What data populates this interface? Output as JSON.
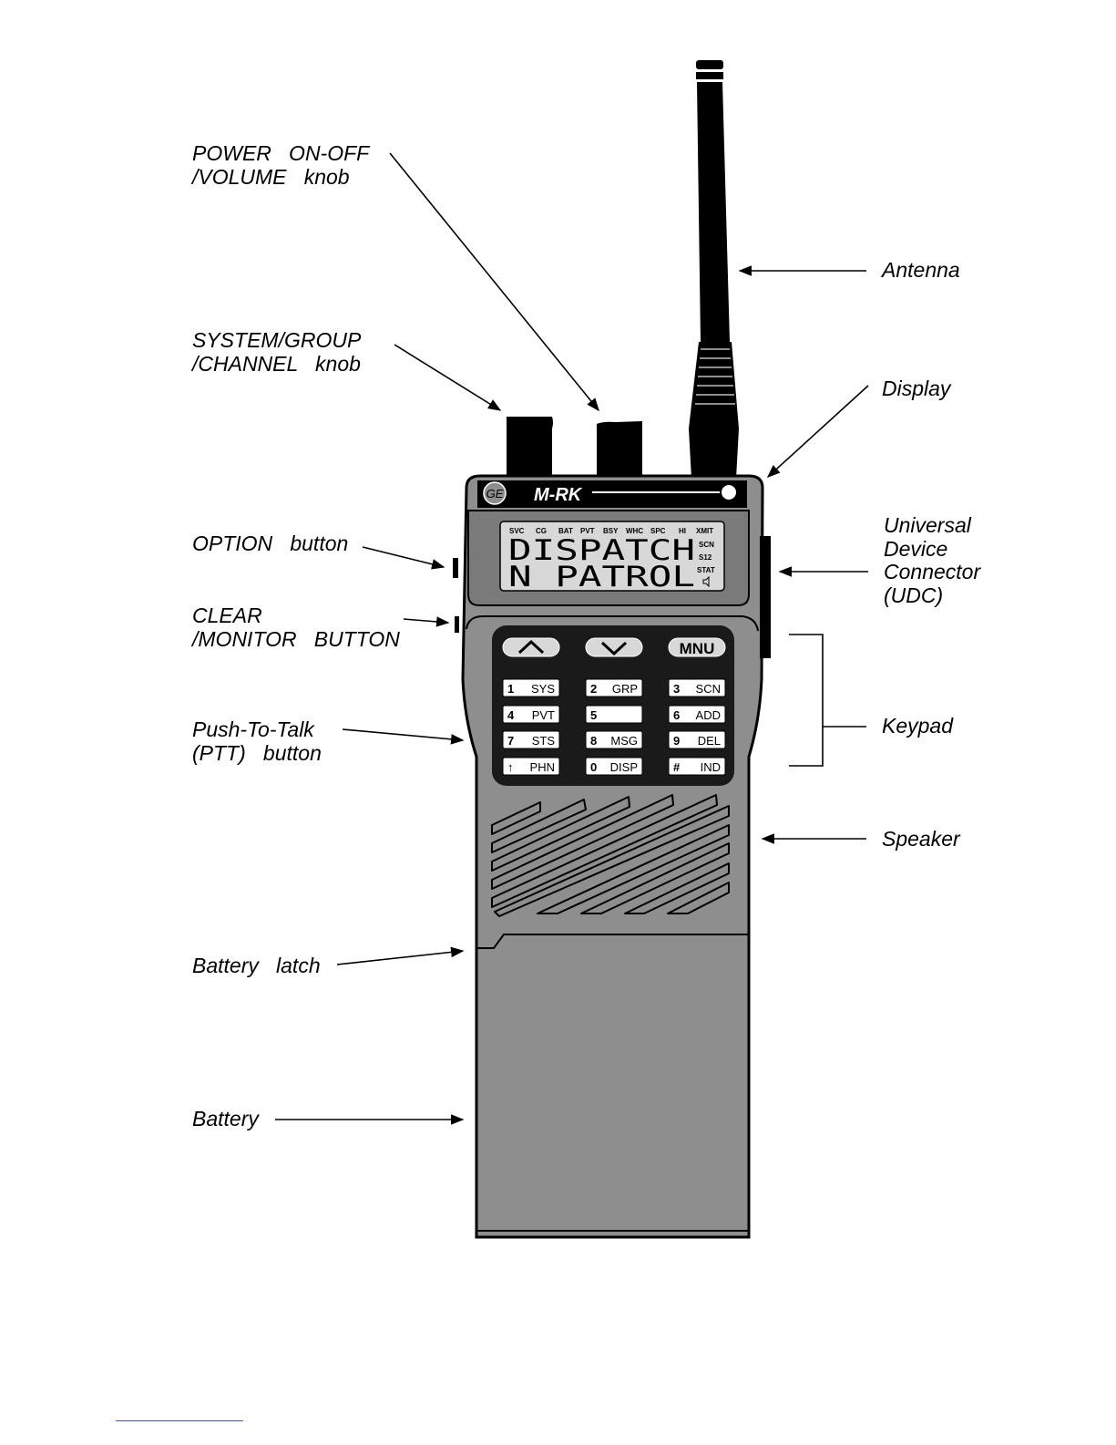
{
  "radio": {
    "model": "M-RK",
    "logo_text": "GE",
    "status_indicators_top": [
      "SVC",
      "CG",
      "BAT",
      "PVT",
      "BSY",
      "WHC",
      "SPC",
      "HI",
      "XMIT"
    ],
    "status_indicators_right": [
      "SCN",
      "S12",
      "STAT"
    ],
    "display_line_1": "DISPATCH",
    "display_line_2": "N PATROL",
    "menu_key": "MNU",
    "keys": [
      {
        "digit": "1",
        "label": "SYS"
      },
      {
        "digit": "2",
        "label": "GRP"
      },
      {
        "digit": "3",
        "label": "SCN"
      },
      {
        "digit": "4",
        "label": "PVT"
      },
      {
        "digit": "5",
        "label": ""
      },
      {
        "digit": "6",
        "label": "ADD"
      },
      {
        "digit": "7",
        "label": "STS"
      },
      {
        "digit": "8",
        "label": "MSG"
      },
      {
        "digit": "9",
        "label": "DEL"
      },
      {
        "digit": "↑",
        "label": "PHN"
      },
      {
        "digit": "0",
        "label": "DISP"
      },
      {
        "digit": "#",
        "label": "IND"
      }
    ]
  },
  "callouts": {
    "power": "POWER   ON-OFF\n/VOLUME   knob",
    "system_group": "SYSTEM/GROUP\n/CHANNEL   knob",
    "option": "OPTION   button",
    "clear_monitor": "CLEAR\n/MONITOR   BUTTON",
    "ptt": "Push-To-Talk\n(PTT)   button",
    "battery_latch": "Battery   latch",
    "battery": "Battery",
    "antenna": "Antenna",
    "display": "Display",
    "udc": "Universal\nDevice\nConnector\n(UDC)",
    "keypad": "Keypad",
    "speaker": "Speaker"
  },
  "colors": {
    "body": "#8e8e8e",
    "display_bezel": "#7a7a7a",
    "lcd": "#d8d8d8",
    "keypad_panel": "#1a1a1a",
    "outline": "#000000"
  }
}
